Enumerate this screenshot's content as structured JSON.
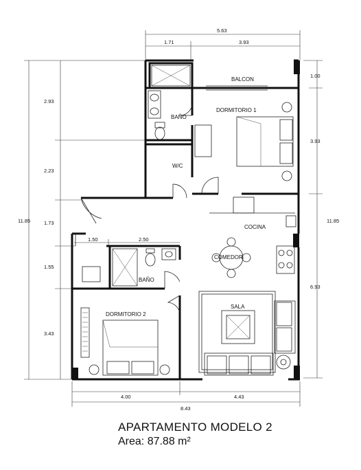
{
  "title": "APARTAMENTO MODELO 2",
  "area": "Area: 87.88 m²",
  "rooms": {
    "balcon": "BALCON",
    "dormitorio1": "DORMITORIO 1",
    "bano1": "BAÑO",
    "wc": "W/C",
    "cocina": "COCINA",
    "comedor": "COMEDOR",
    "sala": "SALA",
    "bano2": "BAÑO",
    "dormitorio2": "DORMITORIO 2"
  },
  "dimensions": {
    "top_total": "5.63",
    "top_left": "1.71",
    "top_right": "3.93",
    "right_balcon": "1.00",
    "right_dorm": "3.93",
    "right_total": "11.85",
    "right_lower": "6.93",
    "left_total": "11.85",
    "left_a": "2.93",
    "left_b": "2.23",
    "left_c": "1.73",
    "left_d": "1.55",
    "left_e": "3.43",
    "inner_a": "1.50",
    "inner_b": "2.50",
    "bottom_left": "4.00",
    "bottom_right": "4.43",
    "bottom_total": "8.43"
  }
}
